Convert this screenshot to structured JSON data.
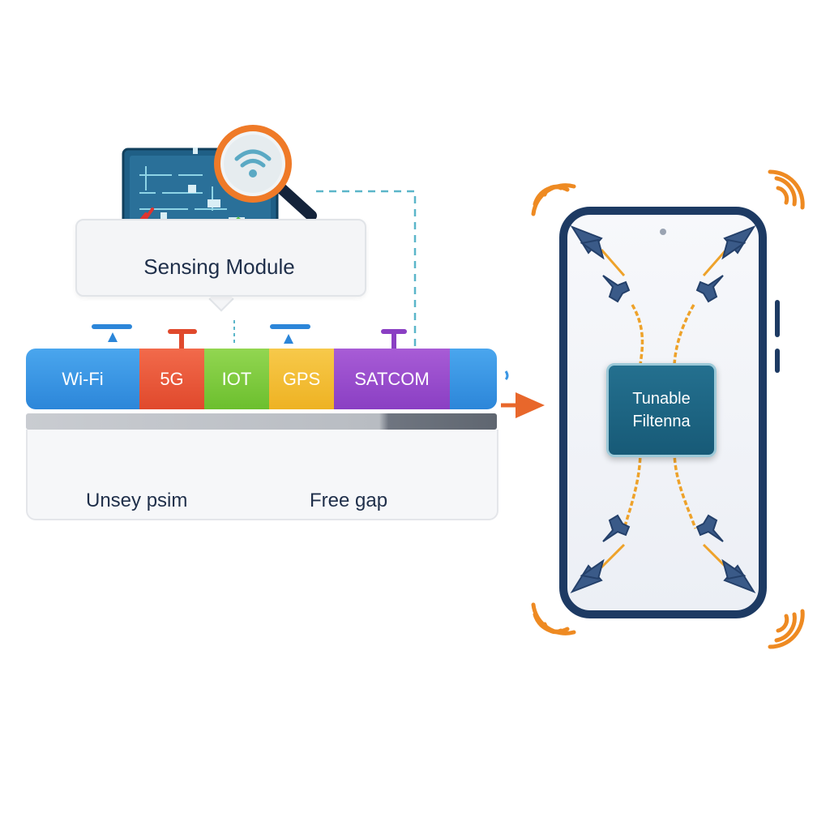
{
  "sensing_module": {
    "label": "Sensing Module"
  },
  "spectrum": {
    "bands": [
      {
        "id": "wifi",
        "label": "Wi-Fi",
        "color": "#3a96e4"
      },
      {
        "id": "5g",
        "label": "5G",
        "color": "#e8573a"
      },
      {
        "id": "iot",
        "label": "IOT",
        "color": "#7dc93d"
      },
      {
        "id": "gps",
        "label": "GPS",
        "color": "#f2be36"
      },
      {
        "id": "satcom",
        "label": "SATCOM",
        "color": "#9a4ccc"
      }
    ],
    "lower_left_label": "Unsey psim",
    "lower_right_label": "Free gap"
  },
  "phone": {
    "chip_line1": "Tunable",
    "chip_line2": "Filtenna"
  },
  "colors": {
    "phone_frame": "#1d3a63",
    "signal_orange": "#ee8a22",
    "arrow_orange": "#e8672b",
    "dashed_line": "#5bb6c9"
  }
}
